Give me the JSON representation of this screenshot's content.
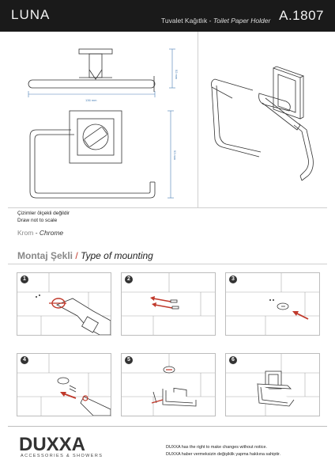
{
  "header": {
    "brand": "LUNA",
    "title_tr": "Tuvalet Kağıtlık - ",
    "title_en": "Toilet Paper Holder",
    "code": "A.1807"
  },
  "drawing": {
    "dim_top_height": "52 mm",
    "dim_width": "136 mm",
    "dim_bottom_height": "93 mm"
  },
  "notes": {
    "line1": "Çizimler ölçekli değildir",
    "line2": "Draw not to scale"
  },
  "finish": {
    "tr": "Krom",
    "en": "Chrome"
  },
  "mounting": {
    "title_tr": "Montaj Şekli",
    "separator": " / ",
    "title_en": "Type of mounting",
    "steps": [
      "1",
      "2",
      "3",
      "4",
      "5",
      "6"
    ]
  },
  "footer": {
    "logo": "DUXXA",
    "tagline": "ACCESSORIES & SHOWERS",
    "disclaimer_en": "DUXXA has the right to make changes without notice.",
    "disclaimer_tr": "DUXXA haber vermeksizin değişiklik yapma hakkına sahiptir."
  },
  "colors": {
    "header_bg": "#1a1a1a",
    "accent_red": "#c0392b",
    "dimension_blue": "#4a7fb5"
  }
}
